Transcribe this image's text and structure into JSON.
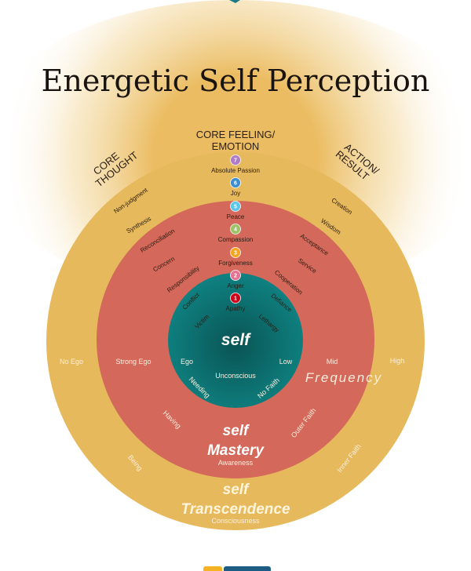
{
  "title": "Energetic Self Perception",
  "headers": {
    "core_thought": [
      "CORE",
      "THOUGHT"
    ],
    "core_feeling": [
      "CORE FEELING/",
      "EMOTION"
    ],
    "action_result": [
      "ACTION/",
      "RESULT"
    ]
  },
  "levels": [
    {
      "num": "7",
      "label": "Absolute Passion",
      "color": "#B07CC6"
    },
    {
      "num": "6",
      "label": "Joy",
      "color": "#3C8FD0"
    },
    {
      "num": "5",
      "label": "Peace",
      "color": "#5BC8E8"
    },
    {
      "num": "4",
      "label": "Compassion",
      "color": "#9CC26A"
    },
    {
      "num": "3",
      "label": "Forgiveness",
      "color": "#F5A623"
    },
    {
      "num": "2",
      "label": "Anger",
      "color": "#E57394"
    },
    {
      "num": "1",
      "label": "Apathy",
      "color": "#D0021B"
    }
  ],
  "thoughts": [
    "Non-judgment",
    "Synthesis",
    "Reconciliation",
    "Concern",
    "Responsibility",
    "Conflict",
    "Victim"
  ],
  "actions": [
    "Creation",
    "Wisdom",
    "Acceptance",
    "Service",
    "Cooperation",
    "Defiance",
    "Lethargy"
  ],
  "ego": {
    "outer": "No Ego",
    "middle": "Strong Ego",
    "inner": "Ego"
  },
  "frequency": {
    "inner": "Low",
    "middle": "Mid",
    "outer": "High",
    "label": "Frequency"
  },
  "lower": {
    "needing": "Needing",
    "no_faith": "No Faith",
    "having": "Having",
    "outer_faith": "Outer Faith",
    "being": "Being",
    "inner_faith": "Inner Faith"
  },
  "rings": {
    "inner": {
      "self": "self",
      "state": "Unconscious"
    },
    "middle": {
      "self": "self",
      "name": "Mastery",
      "state": "Awareness"
    },
    "outer": {
      "self": "self",
      "name": "Transcendence",
      "state": "Consciousness"
    }
  },
  "colors": {
    "outer": "#E6B95C",
    "middle": "#D4685A",
    "inner": "#0E7A7A"
  }
}
